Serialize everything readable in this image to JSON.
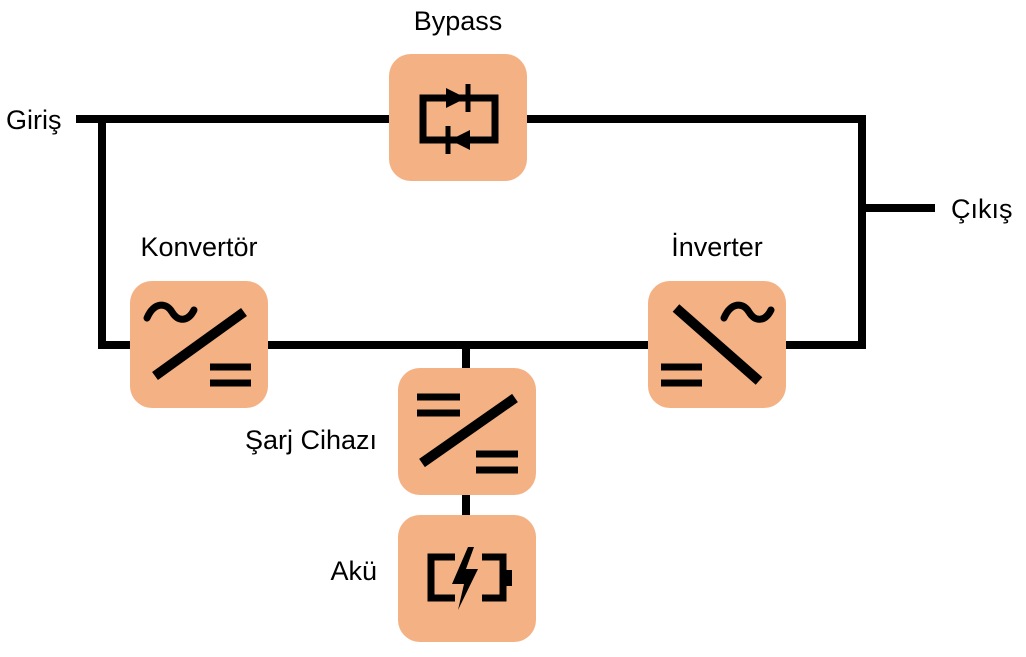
{
  "labels": {
    "input": "Giriş",
    "output": "Çıkış",
    "bypass": "Bypass",
    "converter": "Konvertör",
    "inverter": "İnverter",
    "charger": "Şarj Cihazı",
    "battery": "Akü"
  },
  "icons": {
    "bypass": "bypass-switch-icon",
    "converter": "ac-dc-converter-icon",
    "inverter": "dc-ac-inverter-icon",
    "charger": "dc-dc-charger-icon",
    "battery": "battery-charging-icon"
  },
  "colors": {
    "block_fill": "#F4B183",
    "line": "#000000",
    "background": "#FFFFFF"
  }
}
